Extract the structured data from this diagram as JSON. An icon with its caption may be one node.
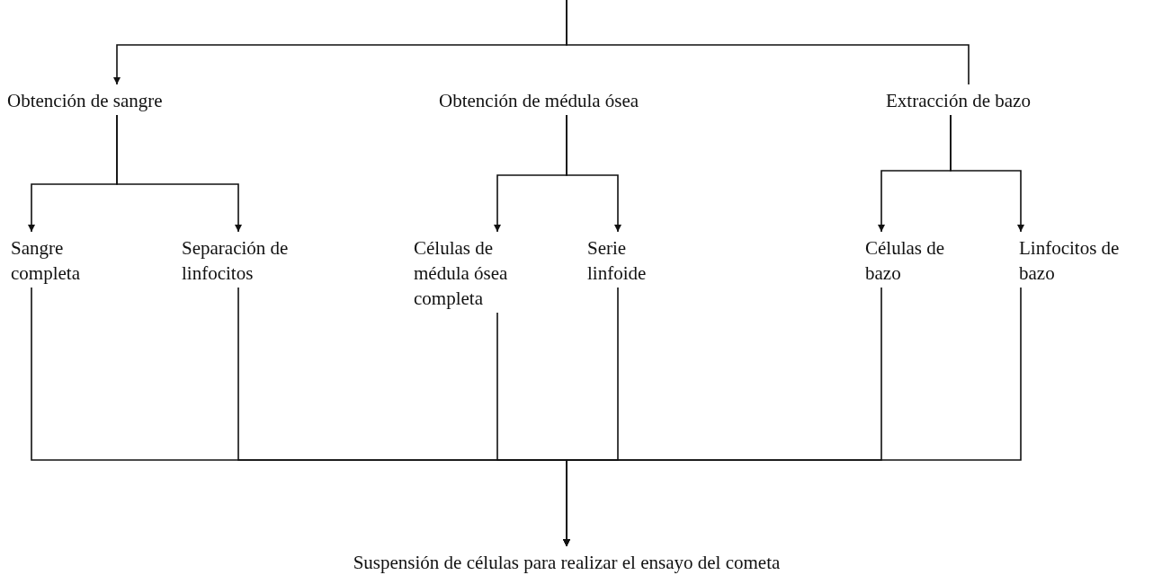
{
  "diagram": {
    "nodes": [
      {
        "text": [
          "Obtención de sangre"
        ]
      },
      {
        "text": [
          "Obtención de médula ósea"
        ]
      },
      {
        "text": [
          "Extracción de bazo"
        ]
      },
      {
        "text": [
          "Sangre completa"
        ]
      },
      {
        "text": [
          "Separación de linfocitos"
        ]
      },
      {
        "text": [
          "Células de médula ósea completa"
        ]
      },
      {
        "text": [
          "Serie linfoide"
        ]
      },
      {
        "text": [
          "Células de bazo"
        ]
      },
      {
        "text": [
          "Linfocitos de bazo"
        ]
      },
      {
        "text": [
          "Suspensión de células para realizar el ensayo del cometa"
        ]
      }
    ],
    "edges": [
      {
        "from": null,
        "to": 0,
        "arrow": "to"
      },
      {
        "from": null,
        "to": 2,
        "arrow": "none"
      },
      {
        "from": 0,
        "to": 3,
        "arrow": "to"
      },
      {
        "from": 0,
        "to": 4,
        "arrow": "to"
      },
      {
        "from": 1,
        "to": 5,
        "arrow": "to"
      },
      {
        "from": 1,
        "to": 6,
        "arrow": "to"
      },
      {
        "from": 2,
        "to": 7,
        "arrow": "to"
      },
      {
        "from": 2,
        "to": 8,
        "arrow": "to"
      },
      {
        "from": 3,
        "to": 9,
        "arrow": "to"
      },
      {
        "from": 4,
        "to": 9,
        "arrow": "to"
      },
      {
        "from": 5,
        "to": 9,
        "arrow": "to"
      },
      {
        "from": 6,
        "to": 9,
        "arrow": "to"
      },
      {
        "from": 7,
        "to": 9,
        "arrow": "to"
      },
      {
        "from": 8,
        "to": 9,
        "arrow": "to"
      }
    ]
  }
}
